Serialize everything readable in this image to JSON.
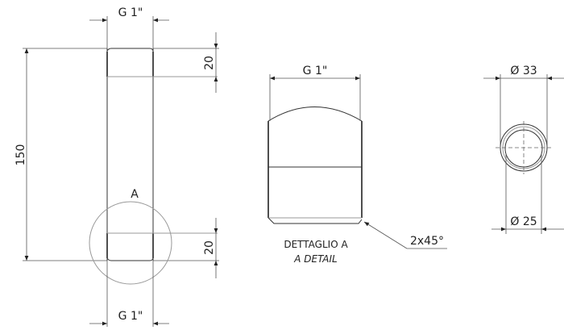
{
  "side_view": {
    "thread_top_label": "G 1\"",
    "thread_bottom_label": "G 1\"",
    "length_label": "150",
    "thread_length_top_label": "20",
    "thread_length_bottom_label": "20",
    "detail_marker_label": "A"
  },
  "detail_view": {
    "thread_label": "G 1\"",
    "chamfer_label": "2x45°",
    "title_it": "DETTAGLIO A",
    "title_en": "A DETAIL"
  },
  "end_view": {
    "outer_diameter_label": "Ø 33",
    "inner_diameter_label": "Ø 25"
  }
}
